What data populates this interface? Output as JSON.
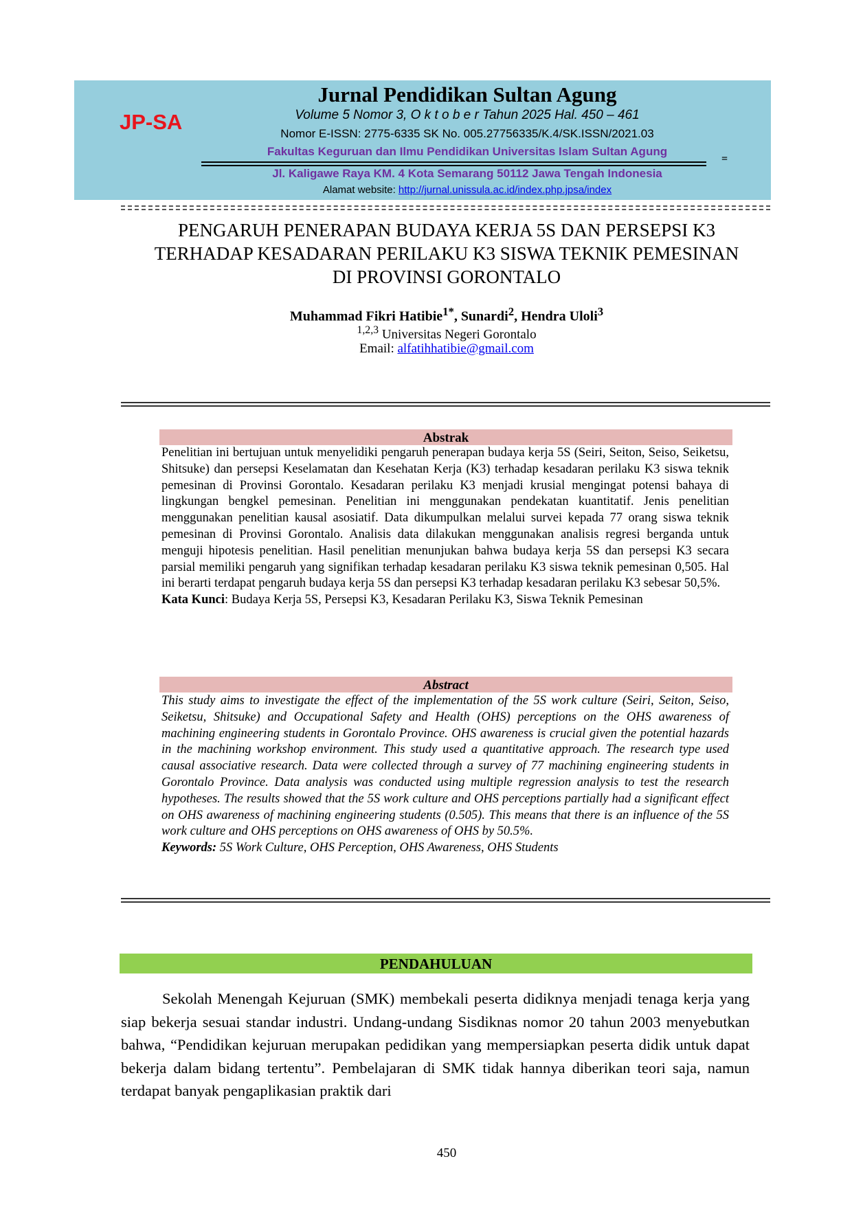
{
  "header": {
    "logo": "JP-SA",
    "journal_title": "Jurnal Pendidikan Sultan Agung",
    "volume": "Volume 5 Nomor 3,  O k t o b e r Tahun 2025 Hal. 450 – 461",
    "issn": "Nomor  E-ISSN: 2775-6335  SK No. 005.27756335/K.4/SK.ISSN/2021.03",
    "faculty": "Fakultas Keguruan dan Ilmu Pendidikan Universitas Islam Sultan Agung",
    "equals": "=",
    "address": "Jl. Kaligawe Raya KM. 4 Kota Semarang 50112 Jawa Tengah Indonesia",
    "website_label": "Alamat website: ",
    "website_url": "http://jurnal.unissula.ac.id/index.php.jpsa/index"
  },
  "article": {
    "title_lines": [
      "PENGARUH PENERAPAN BUDAYA KERJA 5S DAN PERSEPSI K3",
      "TERHADAP KESADARAN PERILAKU K3 SISWA TEKNIK PEMESINAN",
      "DI PROVINSI GORONTALO"
    ],
    "authors": [
      {
        "name": "Muhammad Fikri Hatibie",
        "sup": "1*"
      },
      {
        "name": "Sunardi",
        "sup": "2"
      },
      {
        "name": "Hendra Uloli",
        "sup": "3"
      }
    ],
    "sep": ", ",
    "aff_sup": "1,2,3",
    "affiliation": " Universitas Negeri Gorontalo",
    "email_label": "Email: ",
    "email": "alfatihhatibie@gmail.com"
  },
  "abstrak": {
    "heading": "Abstrak",
    "text": "Penelitian ini bertujuan untuk menyelidiki pengaruh penerapan budaya kerja 5S (Seiri, Seiton, Seiso, Seiketsu, Shitsuke) dan persepsi Keselamatan dan Kesehatan Kerja (K3) terhadap kesadaran perilaku K3 siswa teknik pemesinan di Provinsi Gorontalo. Kesadaran perilaku K3 menjadi krusial mengingat potensi bahaya di lingkungan bengkel pemesinan. Penelitian ini menggunakan pendekatan kuantitatif. Jenis penelitian menggunakan penelitian kausal asosiatif. Data dikumpulkan melalui survei kepada 77 orang siswa teknik pemesinan di Provinsi Gorontalo. Analisis data dilakukan menggunakan analisis regresi berganda untuk menguji hipotesis penelitian. Hasil penelitian menunjukan bahwa budaya kerja 5S dan persepsi K3 secara parsial memiliki pengaruh yang signifikan terhadap kesadaran perilaku K3 siswa teknik pemesinan 0,505. Hal ini berarti terdapat pengaruh budaya kerja 5S dan persepsi K3 terhadap kesadaran perilaku K3 sebesar 50,5%.",
    "kw_label": "Kata Kunci",
    "kw": ": Budaya Kerja 5S, Persepsi K3, Kesadaran Perilaku K3, Siswa Teknik Pemesinan"
  },
  "abstract": {
    "heading": "Abstract",
    "text": "This study aims to investigate the effect of the implementation of the 5S work culture (Seiri, Seiton, Seiso, Seiketsu, Shitsuke) and Occupational Safety and Health (OHS) perceptions on the OHS awareness of machining engineering students in Gorontalo Province. OHS awareness is crucial given the potential hazards in the machining workshop environment. This study used a quantitative approach. The research type used causal associative research. Data were collected through a survey of 77 machining engineering students in Gorontalo Province. Data analysis was conducted using multiple regression analysis to test the research hypotheses. The results showed that the 5S work culture and OHS perceptions partially had a significant effect on OHS awareness of machining engineering students (0.505). This means that there is an influence of the 5S work culture and OHS perceptions on OHS awareness of OHS by 50.5%.",
    "kw_label": "Keywords:",
    "kw": " 5S Work Culture, OHS Perception, OHS Awareness, OHS Students"
  },
  "section": {
    "heading": "PENDAHULUAN",
    "text": "Sekolah Menengah Kejuruan (SMK) membekali peserta didiknya menjadi tenaga kerja yang siap bekerja sesuai standar industri. Undang-undang Sisdiknas nomor 20 tahun 2003 menyebutkan bahwa, “Pendidikan kejuruan merupakan pedidikan yang mempersiapkan peserta didik untuk dapat bekerja dalam bidang tertentu”. Pembelajaran di SMK tidak hannya diberikan teori saja, namun terdapat banyak pengaplikasian praktik dari"
  },
  "page_number": "450"
}
